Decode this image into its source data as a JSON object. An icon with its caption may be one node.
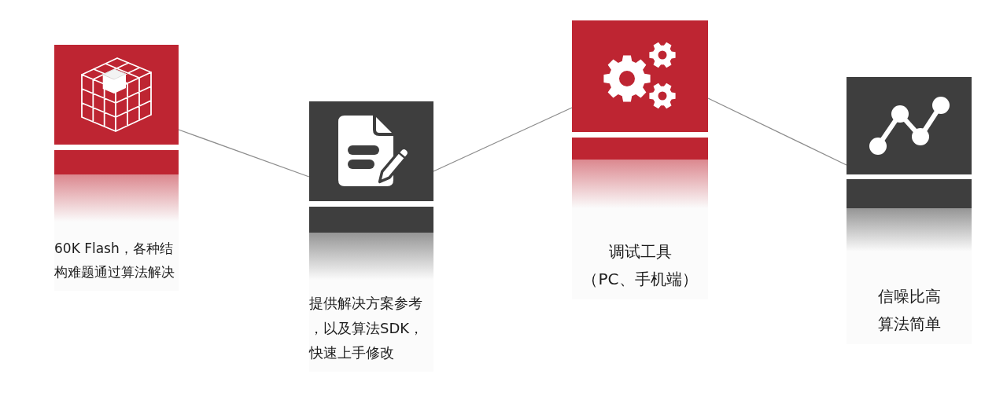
{
  "diagram": {
    "nodes": [
      {
        "text": [
          "60K Flash，各种结构难题通过算法解决"
        ]
      },
      {
        "text": [
          "提供解决方案参考，以及算法SDK，快速上手修改"
        ]
      },
      {
        "text": [
          "调试工具",
          "（PC、手机端）"
        ]
      },
      {
        "text": [
          "信噪比高算法简单"
        ]
      }
    ],
    "edges": [
      {
        "from": 0,
        "to": 1,
        "arrow": "none"
      },
      {
        "from": 1,
        "to": 2,
        "arrow": "none"
      },
      {
        "from": 2,
        "to": 3,
        "arrow": "none"
      }
    ]
  }
}
